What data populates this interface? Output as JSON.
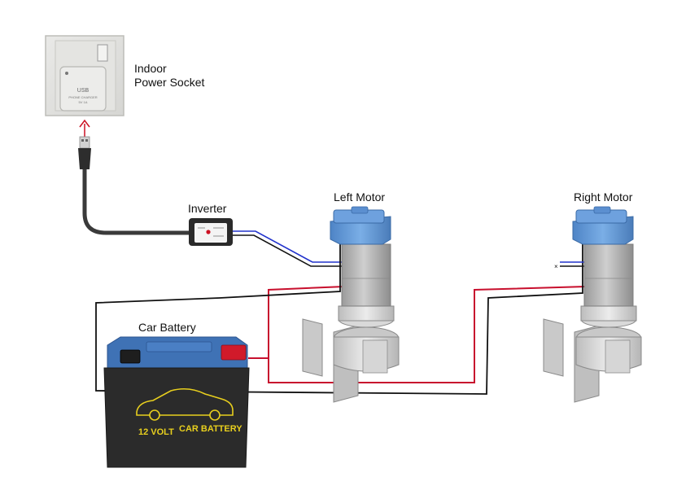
{
  "labels": {
    "socket_line1": "Indoor",
    "socket_line2": "Power Socket",
    "inverter": "Inverter",
    "left_motor": "Left Motor",
    "right_motor": "Right Motor",
    "car_battery": "Car Battery"
  },
  "socket_plate": {
    "line1": "USB",
    "line2": "PHONE CHARGER",
    "line3": "5V 1A"
  },
  "battery_face": {
    "volt": "12 VOLT",
    "name": "CAR BATTERY"
  },
  "colors": {
    "positive_wire": "#c8102e",
    "negative_wire": "#111111",
    "usb_cable": "#3a3a3a",
    "signal_wire_blue": "#2233cc",
    "motor_cap": "#5f95d2",
    "motor_body": "#a9a9a9",
    "battery_top": "#3f72b5",
    "battery_body": "#2b2b2b",
    "battery_text": "#e8cf1e",
    "arrow": "#cc1122"
  }
}
